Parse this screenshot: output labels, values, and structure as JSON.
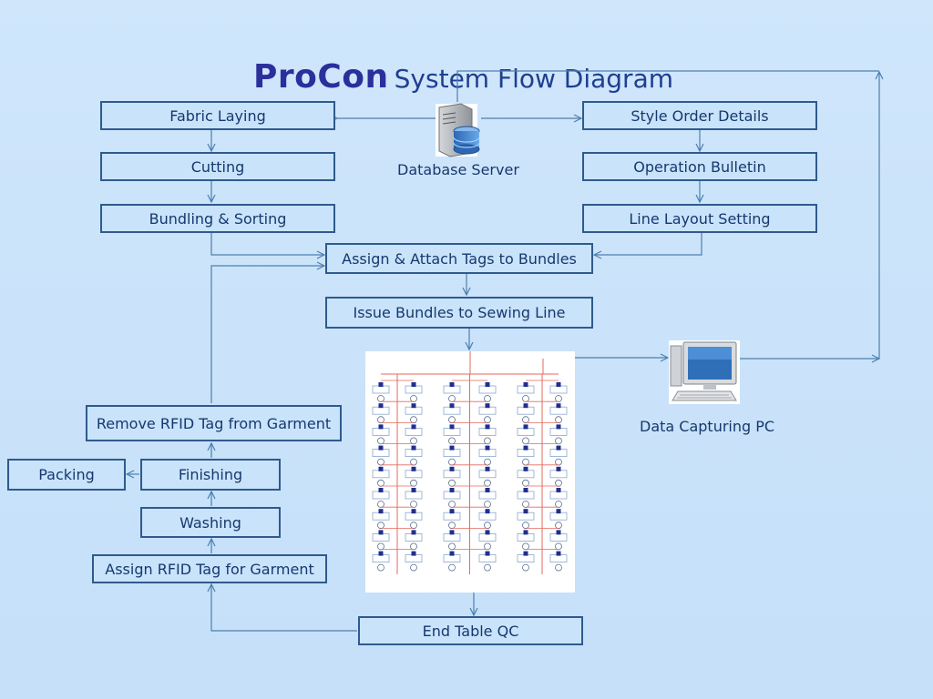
{
  "title": {
    "brand": "ProCon",
    "text": "System Flow Diagram"
  },
  "nodes": {
    "fabric_laying": "Fabric Laying",
    "cutting": "Cutting",
    "bundling": "Bundling & Sorting",
    "style_order": "Style Order Details",
    "operation_bulletin": "Operation Bulletin",
    "line_layout": "Line  Layout Setting",
    "assign_tags": "Assign & Attach Tags to Bundles",
    "issue_bundles": "Issue Bundles to Sewing Line",
    "remove_rfid": "Remove RFID Tag from Garment",
    "packing": "Packing",
    "finishing": "Finishing",
    "washing": "Washing",
    "assign_rfid": "Assign RFID Tag  for Garment",
    "end_qc": "End Table QC"
  },
  "labels": {
    "database_server": "Database Server",
    "data_pc": "Data Capturing PC"
  },
  "icons": {
    "database": "database-server-icon",
    "pc": "desktop-computer-icon",
    "sewing_line": "sewing-line-layout-icon"
  },
  "colors": {
    "background": "#cde4fa",
    "box_border": "#2f5a8d",
    "text": "#16386e",
    "brand": "#2a2f9c",
    "arrow": "#4d7fae",
    "sewing_line": "#e46a5d"
  }
}
